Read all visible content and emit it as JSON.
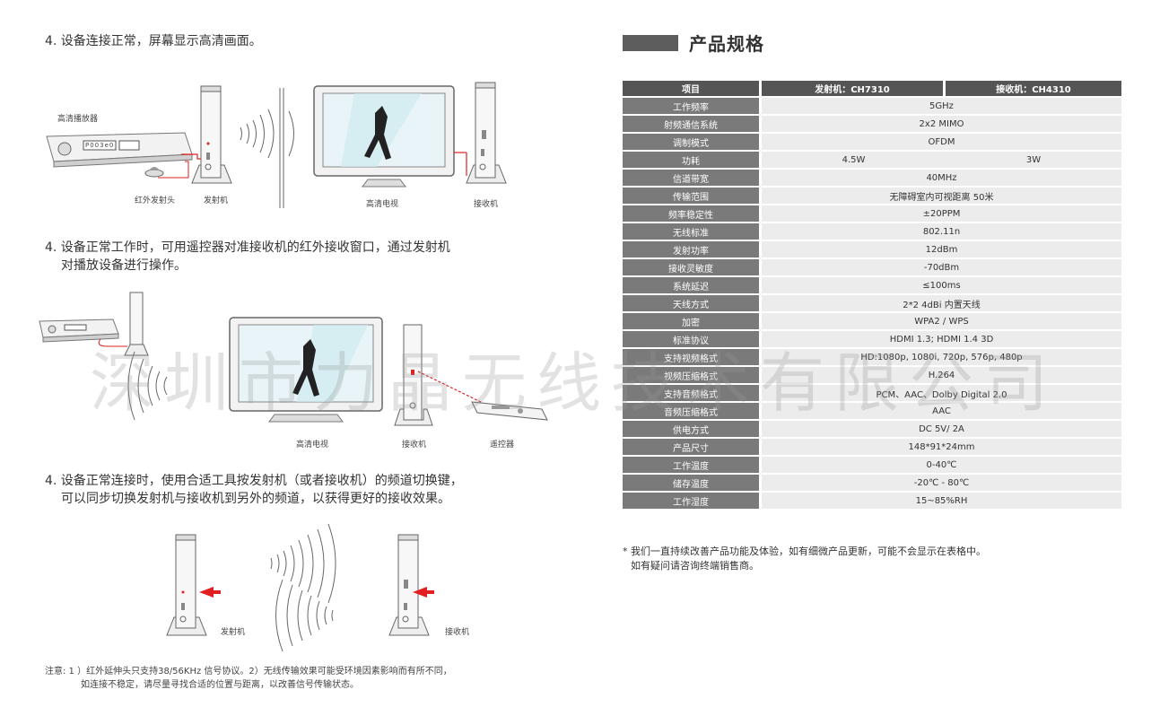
{
  "steps": {
    "s1": "4. 设备连接正常，屏幕显示高清画面。",
    "s2_l1": "4. 设备正常工作时，可用遥控器对准接收机的红外接收窗口，通过发射机",
    "s2_l2": "对播放设备进行操作。",
    "s3_l1": "4. 设备正常连接时，使用合适工具按发射机（或者接收机）的频道切换键，",
    "s3_l2": "可以同步切换发射机与接收机到另外的频道，以获得更好的接收效果。"
  },
  "diagram1": {
    "player_label": "高清播放器",
    "player_display": "P003e0",
    "ir_label": "红外发射头",
    "tx_label": "发射机",
    "tv_label": "高清电视",
    "rx_label": "接收机"
  },
  "diagram2": {
    "tv_label": "高清电视",
    "rx_label": "接收机",
    "remote_label": "遥控器"
  },
  "diagram3": {
    "tx_label": "发射机",
    "rx_label": "接收机"
  },
  "note": {
    "l1": "注意:   1 ）红外延伸头只支持38/56KHz 信号协议。2）无线传输效果可能受环境因素影响而有所不同，",
    "l2": "如连接不稳定，请尽量寻找合适的位置与距离，以改善信号传输状态。"
  },
  "spec": {
    "title": "产品规格",
    "headers": [
      "项目",
      "发射机：CH7310",
      "接收机：CH4310"
    ],
    "rows": [
      {
        "k": "工作频率",
        "v": "5GHz"
      },
      {
        "k": "射频通信系统",
        "v": "2x2 MIMO"
      },
      {
        "k": "调制模式",
        "v": "OFDM"
      },
      {
        "k": "功耗",
        "v": "4.5W",
        "v2": "3W"
      },
      {
        "k": "信道带宽",
        "v": "40MHz"
      },
      {
        "k": "传输范围",
        "v": "无障碍室内可视距离 50米"
      },
      {
        "k": "频率稳定性",
        "v": "±20PPM"
      },
      {
        "k": "无线标准",
        "v": "802.11n"
      },
      {
        "k": "发射功率",
        "v": "12dBm"
      },
      {
        "k": "接收灵敏度",
        "v": "-70dBm"
      },
      {
        "k": "系统延迟",
        "v": "≤100ms"
      },
      {
        "k": "天线方式",
        "v": "2*2  4dBi 内置天线"
      },
      {
        "k": "加密",
        "v": "WPA2 / WPS"
      },
      {
        "k": "标准协议",
        "v": "HDMI 1.3; HDMI 1.4 3D"
      },
      {
        "k": "支持视频格式",
        "v": "HD:1080p, 1080i, 720p, 576p, 480p"
      },
      {
        "k": "视频压缩格式",
        "v": "H.264"
      },
      {
        "k": "支持音频格式",
        "v": "PCM、AAC、Dolby Digital 2.0"
      },
      {
        "k": "音频压缩格式",
        "v": "AAC"
      },
      {
        "k": "供电方式",
        "v": "DC 5V/ 2A"
      },
      {
        "k": "产品尺寸",
        "v": "148*91*24mm"
      },
      {
        "k": "工作温度",
        "v": "0-40℃"
      },
      {
        "k": "储存温度",
        "v": "-20℃ - 80℃"
      },
      {
        "k": "工作湿度",
        "v": "15~85%RH"
      }
    ],
    "footnote_l1": "* 我们一直持续改善产品功能及体验，如有细微产品更新，可能不会显示在表格中。",
    "footnote_l2": "如有疑问请咨询终端销售商。"
  },
  "watermark": "深圳市力晶无线技术有限公司"
}
